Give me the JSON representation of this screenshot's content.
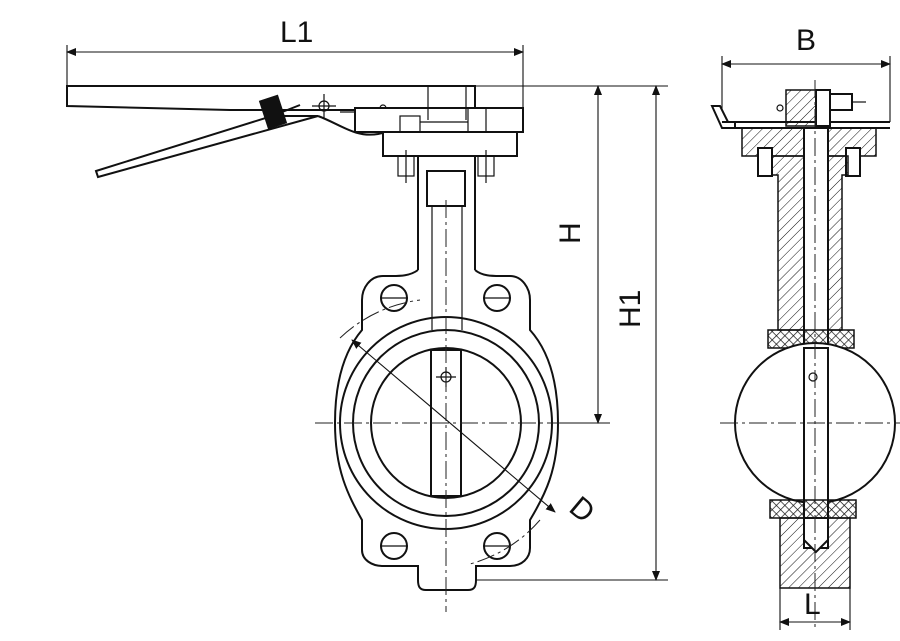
{
  "dimensions": {
    "l1": "L1",
    "b": "B",
    "h": "H",
    "h1": "H1",
    "d": "D",
    "l": "L"
  }
}
